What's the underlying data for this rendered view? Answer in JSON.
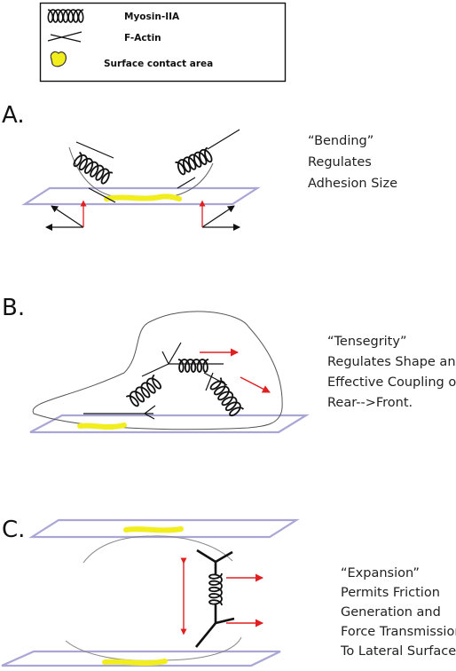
{
  "legend": {
    "items": [
      {
        "icon": "spring-icon",
        "label": "Myosin-IIA"
      },
      {
        "icon": "crossed-lines-icon",
        "label": "F-Actin"
      },
      {
        "icon": "blob-icon",
        "label": "Surface contact area"
      }
    ]
  },
  "panels": [
    {
      "letter": "A.",
      "caption": [
        "“Bending”",
        "Regulates",
        "Adhesion Size"
      ]
    },
    {
      "letter": "B.",
      "caption": [
        "“Tensegrity”",
        "Regulates Shape and",
        "Effective Coupling of",
        "Rear-->Front."
      ]
    },
    {
      "letter": "C.",
      "caption": [
        "“Expansion”",
        "Permits  Friction",
        "Generation and",
        "Force Transmission",
        "To Lateral Surfaces"
      ]
    }
  ],
  "colors": {
    "surface": "#a9a6d6",
    "contact": "#f2ee1e",
    "force_arrow": "#e02020",
    "actin": "#111111",
    "membrane": "#555555"
  }
}
